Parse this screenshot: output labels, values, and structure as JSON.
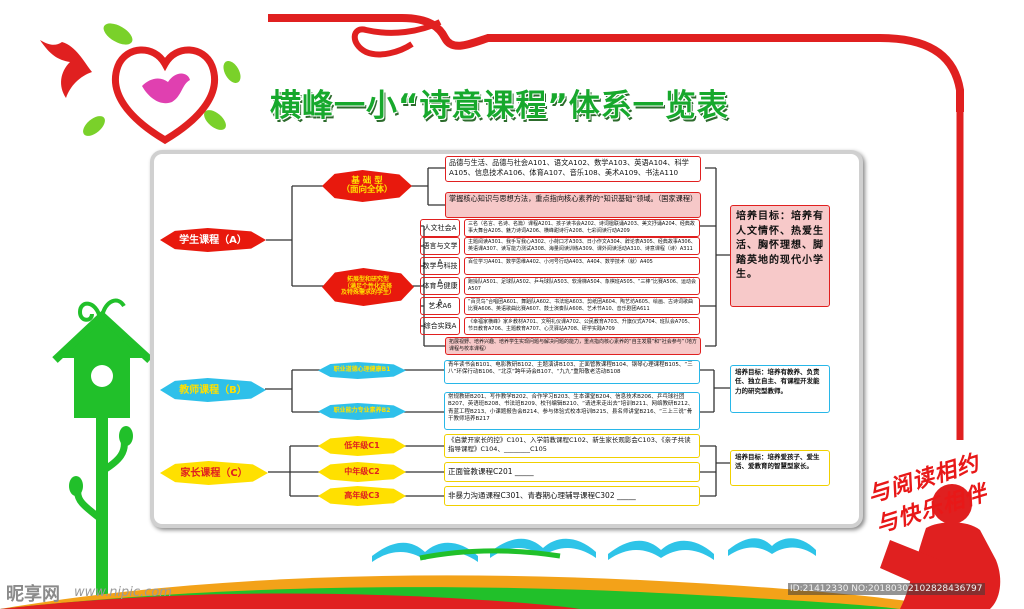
{
  "title": "横峰一小“诗意课程”体系一览表",
  "student": {
    "root": "学生课程（A）",
    "basic_leaf": [
      "基 础 型",
      "（面向全体）"
    ],
    "ext_leaf": [
      "拓展型和研究型",
      "（满足个性化选择",
      "及特殊需求的学生）"
    ],
    "basic_box": "品德与生活、品德与社会A101、语文A102、数学A103、英语A104、科学A105、信息技术A106、体育A107、音乐108、美术A109、书法A110",
    "core_box": "掌握核心知识与思想方法，重点指向核心素养的“知识基础”领域。（国家课程）",
    "rows": [
      {
        "label": "人文社会A",
        "text": "三名（名言、名诗、名篇）课程A201、孩子读书会A202、诗词楹联诵A203、美文抒诵A204、经典故事大舞台A205、魅力诗词A206、横峰甜诗行A208、七彩阅读行动A209"
      },
      {
        "label": "语言与文学A",
        "text": "主题阅读A301、我手写我心A302、小荷口才A303、日小作文A304、辞论表A305、经典故事A306、英语课A307、读写能力测试A308、海量阅读训练A309、课外阅读活动A310、诗意课程（诗）A311"
      },
      {
        "label": "数学与科技A",
        "text": "百位学习A401、数学思维A402、小河号行动A403、A404、数学技术（就）A405"
      },
      {
        "label": "体育与健康A",
        "text": "跑操队A501、足球队A502、乒乓球队A503、软滑梯A504、象棋班A505、“三棒”比赛A506、运动会A507"
      },
      {
        "label": "艺术A6",
        "text": "“百灵鸟”合唱团A601、舞蹈队A602、书法班A603、剪纸团A604、陶艺坊A605、绘画、古诗词歌曲比赛A606、英语歌曲比赛A607、鼓士演奏队A608、艺术节A10、音乐剧团A611"
      },
      {
        "label": "综合实践A",
        "text": "《幸福家横峰》家乡教材A701、文明礼仪课A702、公民教育A703、升旗仪式A704、班队会A705、节日教育A706、主题教育A707、心灵驿站A708、研学实践A709"
      }
    ],
    "bottom_box": "拓展视野、培养兴趣、培养学生实现问题与解决问题的能力，重点指向核心素养的“自主发展”和“社会参与”（地方课程与校本课程）",
    "target": "培养目标：培养有人文情怀、热爱生活、胸怀理想、脚踏英地的现代小学生。"
  },
  "teacher": {
    "root": "教师课程（B）",
    "leaf1": "职业道德心理健康B1",
    "leaf2": "职业能力专业素养B2",
    "box1": "青年读书会B101、电影教研B102、主题演讲B103、正面管教课程B104、钢琴心理课程B105、“三八”环保行动B106、“北京”跨年诗会B107、“九九”重阳敬老活动B108",
    "box2": "常规教研B201、写作教学B202、合作学习B203、生本课堂B204、信息技术B206、乒乓球社团B207、英语班B208、书法班B209、校刊编辑B210、“请进来走出去”培训B211、网络教研B212、青蓝工程B213、小课题报告会B214、参与体验式校本培训B215、县名师讲堂B216、“三上三说”骨干教师培养B217",
    "target": "培养目标：培养有教养、负责任、独立自主、有课程开发能力的研究型教师。"
  },
  "parent": {
    "root": "家长课程（C）",
    "leaf1": "低年级C1",
    "leaf2": "中年级C2",
    "leaf3": "高年级C3",
    "box1": "《启蒙开家长的控》C101、入学前教课程C102、新生家长观影会C103、《亲子共读指导课程》C104、________C105",
    "box2": "正面管教课程C201 _____",
    "box3": "非暴力沟通课程C301、青春期心理辅导课程C302 _____",
    "target": "培养目标：培养爱孩子、爱生活、爱教育的智慧型家长。"
  },
  "slogan": [
    "与阅读相约",
    "与快乐相伴"
  ],
  "watermark": {
    "brand": "昵享网",
    "url": "www.nipic.com",
    "id": "ID:21412330 NO:20180302102828436797"
  },
  "colors": {
    "red": "#e02020",
    "blue": "#28b7e8",
    "yellow": "#f0d000",
    "green": "#17a82c"
  }
}
